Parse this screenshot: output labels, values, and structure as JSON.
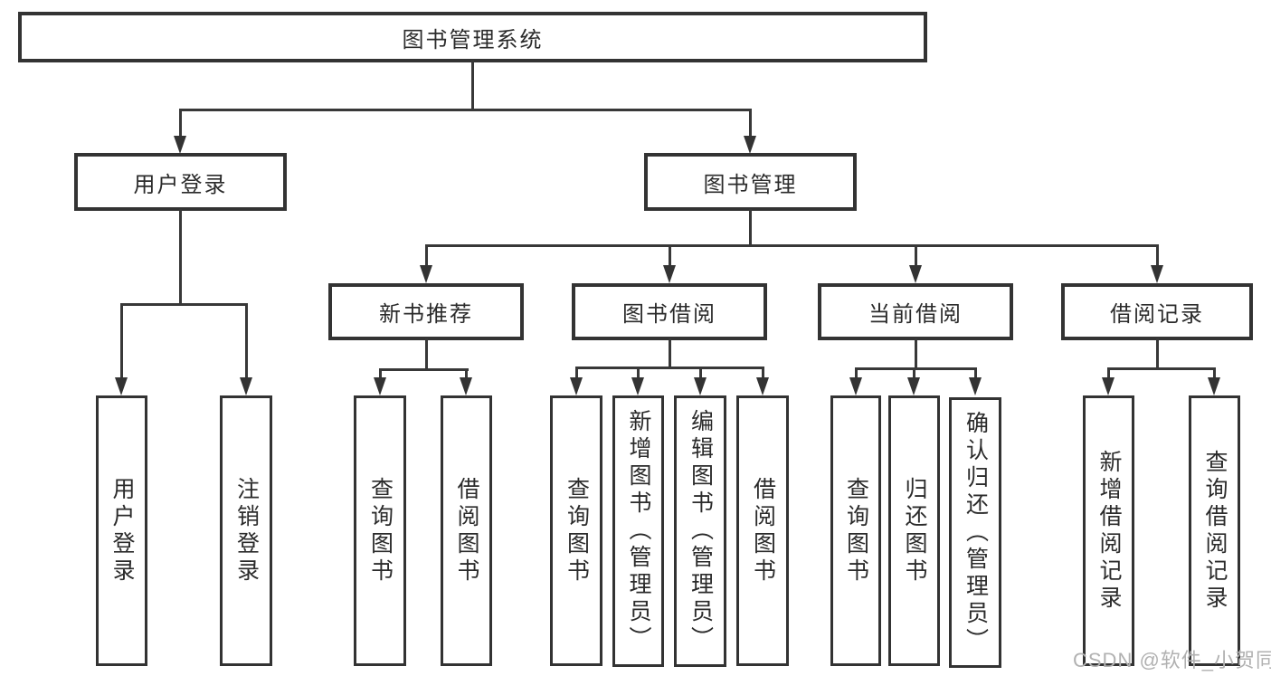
{
  "title": "图书管理系统",
  "watermark": "CSDN @软件_小贺同学",
  "colors": {
    "line": "#383838",
    "box_border": "#333333",
    "text": "#2b2b2b",
    "watermark": "#b1b1b1",
    "background": "#ffffff"
  },
  "nodes": {
    "root": {
      "label": "图书管理系统"
    },
    "user_login": {
      "label": "用户登录"
    },
    "book_mgmt": {
      "label": "图书管理"
    },
    "login": {
      "label": "用户登录"
    },
    "logout": {
      "label": "注销登录"
    },
    "new_book_rec": {
      "label": "新书推荐"
    },
    "book_borrow": {
      "label": "图书借阅"
    },
    "current_borrow": {
      "label": "当前借阅"
    },
    "borrow_records": {
      "label": "借阅记录"
    },
    "rec_query_book": {
      "label": "查询图书"
    },
    "rec_borrow_book": {
      "label": "借阅图书"
    },
    "bb_query_book": {
      "label": "查询图书"
    },
    "bb_add_book": {
      "label": "新增图书（管理员）"
    },
    "bb_edit_book": {
      "label": "编辑图书（管理员）"
    },
    "bb_borrow_book": {
      "label": "借阅图书"
    },
    "cb_query_book": {
      "label": "查询图书"
    },
    "cb_return_book": {
      "label": "归还图书"
    },
    "cb_confirm_return": {
      "label": "确认归还（管理员）"
    },
    "br_add_record": {
      "label": "新增借阅记录"
    },
    "br_query_record": {
      "label": "查询借阅记录"
    }
  },
  "edges": [
    {
      "from": "root",
      "to": [
        "user_login",
        "book_mgmt"
      ]
    },
    {
      "from": "user_login",
      "to": [
        "login",
        "logout"
      ]
    },
    {
      "from": "book_mgmt",
      "to": [
        "new_book_rec",
        "book_borrow",
        "current_borrow",
        "borrow_records"
      ]
    },
    {
      "from": "new_book_rec",
      "to": [
        "rec_query_book",
        "rec_borrow_book"
      ]
    },
    {
      "from": "book_borrow",
      "to": [
        "bb_query_book",
        "bb_add_book",
        "bb_edit_book",
        "bb_borrow_book"
      ]
    },
    {
      "from": "current_borrow",
      "to": [
        "cb_query_book",
        "cb_return_book",
        "cb_confirm_return"
      ]
    },
    {
      "from": "borrow_records",
      "to": [
        "br_add_record",
        "br_query_record"
      ]
    }
  ]
}
